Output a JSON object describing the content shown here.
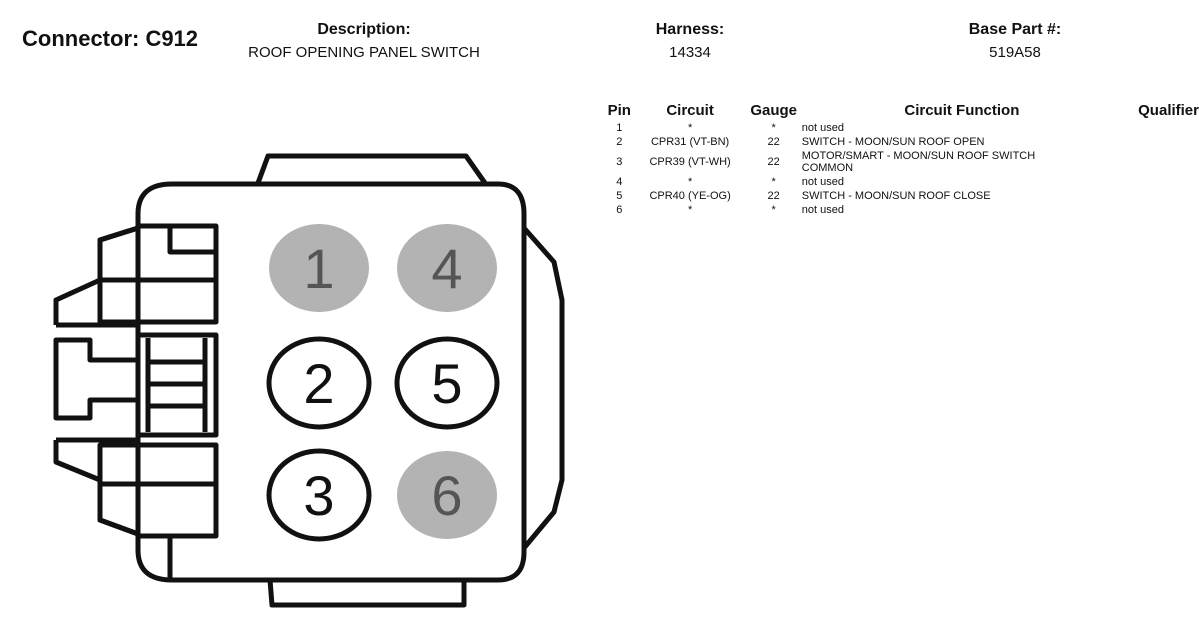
{
  "connector_label": "Connector: C912",
  "description": {
    "heading": "Description:",
    "value": "ROOF OPENING PANEL SWITCH"
  },
  "harness": {
    "heading": "Harness:",
    "value": "14334"
  },
  "base_part": {
    "heading": "Base Part #:",
    "value": "519A58"
  },
  "table": {
    "headers": {
      "pin": "Pin",
      "circuit": "Circuit",
      "gauge": "Gauge",
      "function": "Circuit Function",
      "qualifier": "Qualifier"
    },
    "rows": [
      {
        "pin": "1",
        "circuit": "*",
        "gauge": "*",
        "function": "not used",
        "qualifier": ""
      },
      {
        "pin": "2",
        "circuit": "CPR31 (VT-BN)",
        "gauge": "22",
        "function": "SWITCH - MOON/SUN ROOF OPEN",
        "qualifier": ""
      },
      {
        "pin": "3",
        "circuit": "CPR39 (VT-WH)",
        "gauge": "22",
        "function": "MOTOR/SMART - MOON/SUN ROOF SWITCH COMMON",
        "qualifier": ""
      },
      {
        "pin": "4",
        "circuit": "*",
        "gauge": "*",
        "function": "not used",
        "qualifier": ""
      },
      {
        "pin": "5",
        "circuit": "CPR40 (YE-OG)",
        "gauge": "22",
        "function": "SWITCH - MOON/SUN ROOF CLOSE",
        "qualifier": ""
      },
      {
        "pin": "6",
        "circuit": "*",
        "gauge": "*",
        "function": "not used",
        "qualifier": ""
      }
    ]
  },
  "pin_diagram": {
    "used_color": "#ffffff",
    "unused_color": "#b3b3b3",
    "pins": [
      {
        "label": "1",
        "used": false
      },
      {
        "label": "4",
        "used": false
      },
      {
        "label": "2",
        "used": true
      },
      {
        "label": "5",
        "used": true
      },
      {
        "label": "3",
        "used": true
      },
      {
        "label": "6",
        "used": false
      }
    ]
  }
}
